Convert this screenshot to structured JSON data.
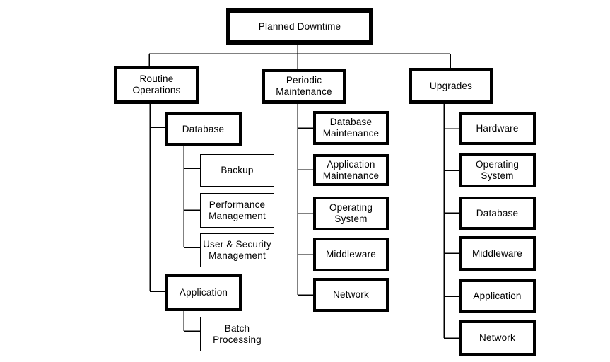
{
  "diagram": {
    "type": "hierarchy-tree",
    "title": "Planned Downtime",
    "line_color": "#000000",
    "box_fill": "#ffffff",
    "tree": {
      "root": {
        "label": "Planned Downtime"
      },
      "branches": [
        {
          "label": "Routine Operations",
          "children": [
            {
              "label": "Database",
              "children": [
                {
                  "label": "Backup"
                },
                {
                  "label": "Performance Management"
                },
                {
                  "label": "User & Security Management"
                }
              ]
            },
            {
              "label": "Application",
              "children": [
                {
                  "label": "Batch Processing"
                }
              ]
            }
          ]
        },
        {
          "label": "Periodic Maintenance",
          "children": [
            {
              "label": "Database Maintenance"
            },
            {
              "label": "Application Maintenance"
            },
            {
              "label": "Operating System"
            },
            {
              "label": "Middleware"
            },
            {
              "label": "Network"
            }
          ]
        },
        {
          "label": "Upgrades",
          "children": [
            {
              "label": "Hardware"
            },
            {
              "label": "Operating System"
            },
            {
              "label": "Database"
            },
            {
              "label": "Middleware"
            },
            {
              "label": "Application"
            },
            {
              "label": "Network"
            }
          ]
        }
      ]
    }
  }
}
